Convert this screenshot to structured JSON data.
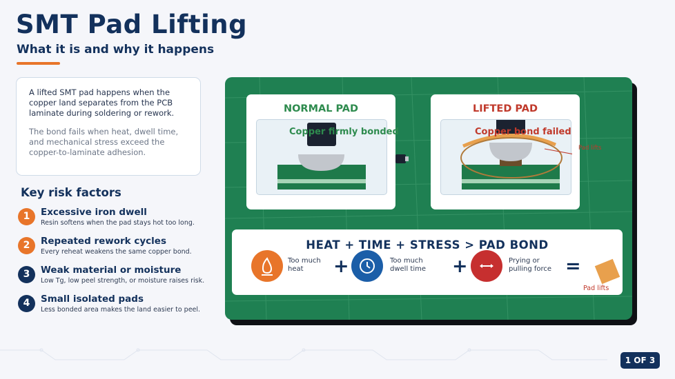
{
  "header": {
    "title": "SMT Pad Lifting",
    "subtitle": "What it is and why it happens"
  },
  "intro": {
    "paragraph1": "A lifted SMT pad happens when the copper land separates from the PCB laminate during soldering or rework.",
    "paragraph2": "The bond fails when heat, dwell time, and mechanical stress exceed the copper-to-laminate adhesion."
  },
  "risks": {
    "heading": "Key risk factors",
    "items": [
      {
        "num": "1",
        "title": "Excessive iron dwell",
        "desc": "Resin softens when the pad stays hot too long.",
        "color": "#e8752a"
      },
      {
        "num": "2",
        "title": "Repeated rework cycles",
        "desc": "Every reheat weakens the same copper bond.",
        "color": "#e8752a"
      },
      {
        "num": "3",
        "title": "Weak material or moisture",
        "desc": "Low Tg, low peel strength, or moisture raises risk.",
        "color": "#13315c"
      },
      {
        "num": "4",
        "title": "Small isolated pads",
        "desc": "Less bonded area makes the land easier to peel.",
        "color": "#13315c"
      }
    ]
  },
  "diagram": {
    "normal": {
      "title": "NORMAL PAD",
      "caption": "Copper firmly bonded",
      "color": "#2e8b4e"
    },
    "lifted": {
      "title": "LIFTED PAD",
      "caption": "Copper bond failed",
      "pointer_label": "Pad lifts",
      "color": "#c0392b"
    },
    "formula": {
      "title": "HEAT + TIME + STRESS  >  PAD BOND",
      "terms": [
        {
          "icon": "flame-icon",
          "label_line1": "Too much",
          "label_line2": "heat",
          "color": "#e8752a"
        },
        {
          "icon": "clock-icon",
          "label_line1": "Too much",
          "label_line2": "dwell time",
          "color": "#1b5ea8"
        },
        {
          "icon": "pull-arrows-icon",
          "label_line1": "Prying or",
          "label_line2": "pulling force",
          "color": "#c62f2f"
        }
      ],
      "plus": "+",
      "equals": "=",
      "result_label": "Pad lifts",
      "result_color": "#e8a04d"
    }
  },
  "footer": {
    "page_indicator": "1 OF 3"
  }
}
